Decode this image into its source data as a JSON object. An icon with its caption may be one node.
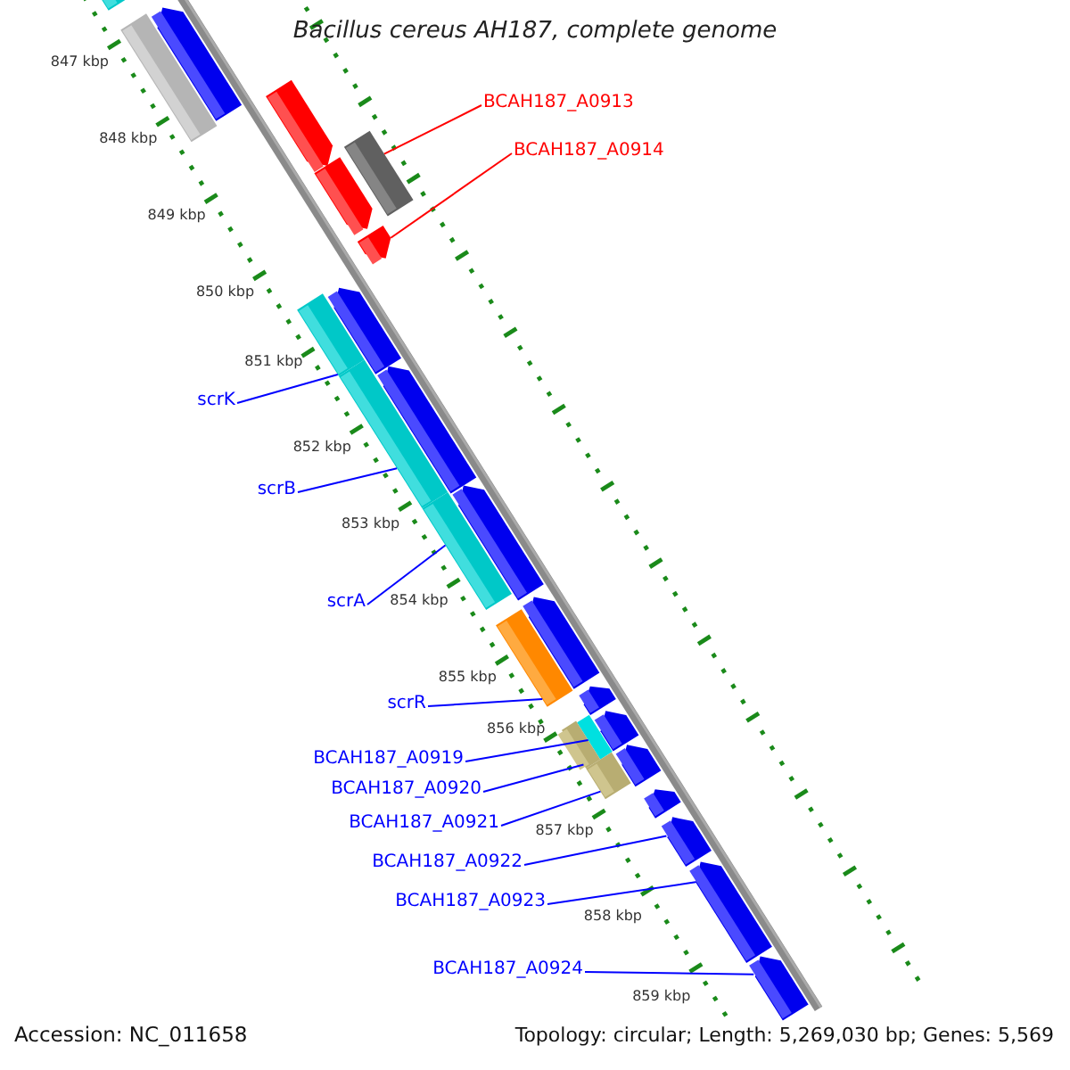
{
  "diagram": {
    "title": "Bacillus cereus AH187, complete genome",
    "nodes": [
      {
        "text": [
          "BCAH187_A0913"
        ]
      },
      {
        "text": [
          "BCAH187_A0914"
        ]
      },
      {
        "text": [
          "scrK"
        ]
      },
      {
        "text": [
          "scrB"
        ]
      },
      {
        "text": [
          "scrA"
        ]
      },
      {
        "text": [
          "scrR"
        ]
      },
      {
        "text": [
          "BCAH187_A0919"
        ]
      },
      {
        "text": [
          "BCAH187_A0920"
        ]
      },
      {
        "text": [
          "BCAH187_A0921"
        ]
      },
      {
        "text": [
          "BCAH187_A0922"
        ]
      },
      {
        "text": [
          "BCAH187_A0923"
        ]
      },
      {
        "text": [
          "BCAH187_A0924"
        ]
      },
      {
        "text": [],
        "shape": "bar"
      },
      {
        "text": [],
        "shape": "bar"
      },
      {
        "text": [],
        "shape": "bar"
      },
      {
        "text": [],
        "shape": "bar"
      },
      {
        "text": [],
        "shape": "bar"
      },
      {
        "text": [],
        "shape": "bar"
      },
      {
        "text": [],
        "shape": "bar"
      },
      {
        "text": [],
        "shape": "bar"
      },
      {
        "text": [],
        "shape": "bar"
      },
      {
        "text": [],
        "shape": "bar"
      },
      {
        "text": [],
        "shape": "bar"
      },
      {
        "text": [],
        "shape": "bar"
      },
      {
        "text": [],
        "shape": "bar"
      },
      {
        "text": [],
        "shape": "bar"
      },
      {
        "text": [],
        "shape": "bar"
      },
      {
        "text": [],
        "shape": "bar"
      },
      {
        "text": [],
        "shape": "bar"
      },
      {
        "text": [],
        "shape": "bar"
      },
      {
        "text": [],
        "shape": "bar"
      },
      {
        "text": [],
        "shape": "bar"
      },
      {
        "text": [],
        "shape": "bar"
      },
      {
        "text": [],
        "shape": "bar"
      },
      {
        "text": [],
        "shape": "bar"
      },
      {
        "text": [],
        "shape": "bar"
      },
      {
        "text": [],
        "shape": "bar"
      }
    ],
    "edges": [
      {
        "from": 0,
        "to": 12,
        "arrow": "none",
        "color": "#ff0000"
      },
      {
        "from": 1,
        "to": 13,
        "arrow": "none",
        "color": "#ff0000"
      },
      {
        "from": 2,
        "to": 14,
        "arrow": "none"
      },
      {
        "from": 3,
        "to": 15,
        "arrow": "none"
      },
      {
        "from": 4,
        "to": 16,
        "arrow": "none"
      },
      {
        "from": 5,
        "to": 17,
        "arrow": "none"
      },
      {
        "from": 6,
        "to": 18,
        "arrow": "none"
      },
      {
        "from": 7,
        "to": 19,
        "arrow": "none"
      },
      {
        "from": 8,
        "to": 20,
        "arrow": "none"
      },
      {
        "from": 9,
        "to": 21,
        "arrow": "none"
      },
      {
        "from": 10,
        "to": 22,
        "arrow": "none"
      },
      {
        "from": 11,
        "to": 23,
        "arrow": "none"
      }
    ],
    "labels": [
      "847 kbp",
      "848 kbp",
      "849 kbp",
      "850 kbp",
      "851 kbp",
      "852 kbp",
      "853 kbp",
      "854 kbp",
      "855 kbp",
      "856 kbp",
      "857 kbp",
      "858 kbp",
      "859 kbp",
      "Accession: NC_011658",
      "Topology: circular; Length: 5,269,030 bp; Genes: 5,569"
    ]
  }
}
